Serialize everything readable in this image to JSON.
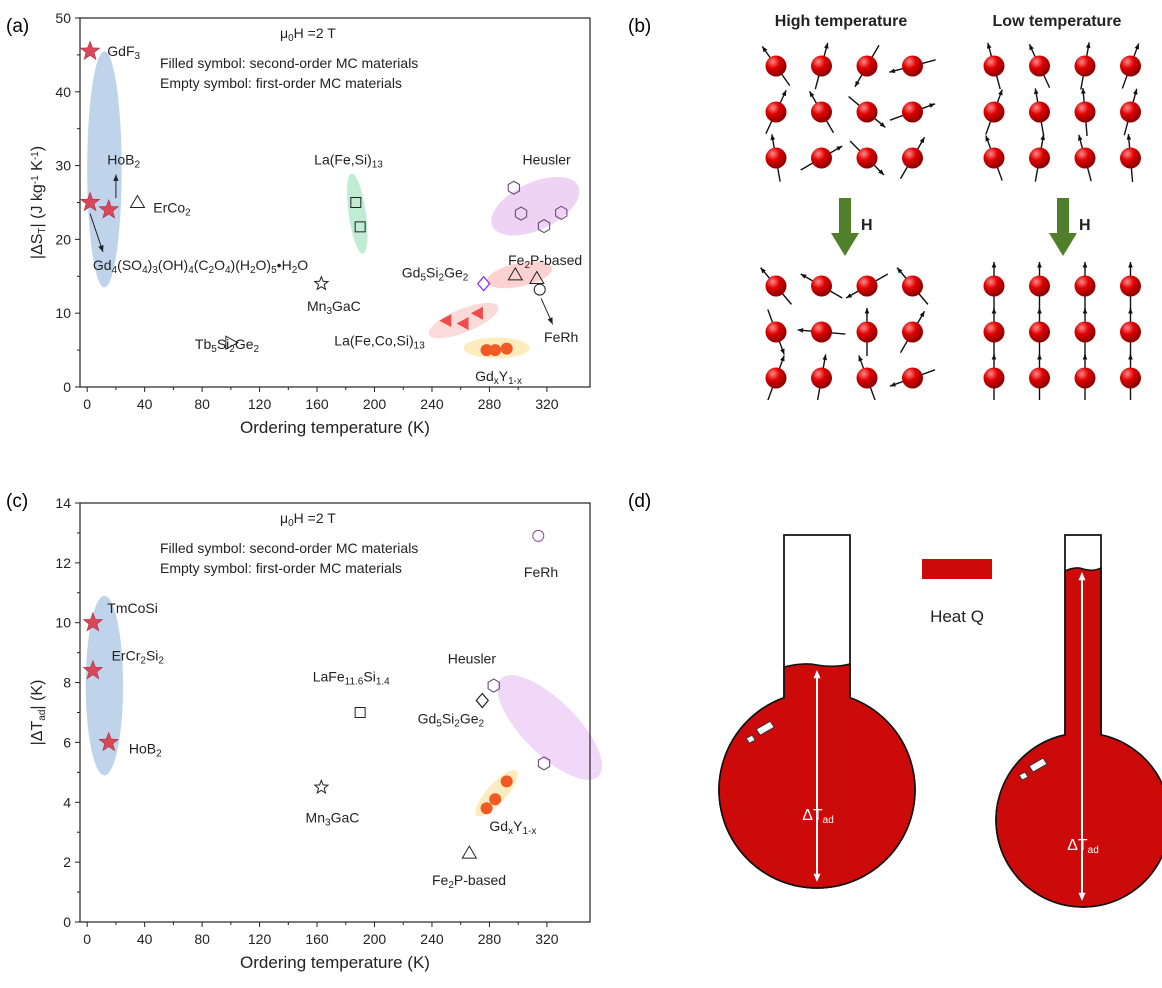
{
  "panel_labels": {
    "a": "(a)",
    "b": "(b)",
    "c": "(c)",
    "d": "(d)"
  },
  "chart_data": [
    {
      "id": "a",
      "type": "scatter",
      "xlabel": "Ordering temperature (K)",
      "ylabel": "|ΔS",
      "ylabel_sub": "T",
      "ylabel_tail": "| (J kg",
      "ylabel_sup1": "-1",
      "ylabel_mid": " K",
      "ylabel_sup2": "-1",
      "ylabel_end": ")",
      "xlim": [
        -5,
        350
      ],
      "ylim": [
        0,
        50
      ],
      "xticks": [
        0,
        40,
        80,
        120,
        160,
        200,
        240,
        280,
        320
      ],
      "yticks": [
        0,
        10,
        20,
        30,
        40,
        50
      ],
      "field_note": {
        "pre": "μ",
        "sub": "0",
        "post": "H =2 T"
      },
      "notes": [
        "Filled symbol: second-order MC materials",
        "Empty symbol: first-order MC materials"
      ],
      "colors": {
        "star": "#d9475a",
        "orange": "#f15a24",
        "triangle_fill": "#ef4d4d",
        "diamond": "#8a2be2",
        "hex": "#6a4c7a"
      },
      "ellipses": [
        {
          "cx": 12,
          "cy": 29.5,
          "rx": 12,
          "ry": 16,
          "rot": 0,
          "color": "#aac4e4"
        },
        {
          "cx": 188,
          "cy": 23.5,
          "rx": 6,
          "ry": 5.5,
          "rot": -8,
          "color": "#a9e6c4"
        },
        {
          "cx": 312,
          "cy": 24.5,
          "rx": 33,
          "ry": 3.2,
          "rot": -25,
          "color": "#e8c4f2"
        },
        {
          "cx": 301,
          "cy": 15.2,
          "rx": 23,
          "ry": 1.6,
          "rot": -12,
          "color": "#f9c2c2"
        },
        {
          "cx": 262,
          "cy": 9,
          "rx": 26,
          "ry": 1.6,
          "rot": -22,
          "color": "#f9cdcd"
        },
        {
          "cx": 285,
          "cy": 5.3,
          "rx": 23,
          "ry": 1.4,
          "rot": 0,
          "color": "#fde6a8"
        }
      ],
      "points": [
        {
          "x": 2,
          "y": 45.5,
          "marker": "star",
          "filled": true
        },
        {
          "x": 2,
          "y": 25,
          "marker": "star",
          "filled": true
        },
        {
          "x": 15,
          "y": 24,
          "marker": "star",
          "filled": true
        },
        {
          "x": 35,
          "y": 25,
          "marker": "triangle",
          "filled": false
        },
        {
          "x": 100,
          "y": 6,
          "marker": "triangle_right",
          "filled": false
        },
        {
          "x": 163,
          "y": 14,
          "marker": "star",
          "filled": false
        },
        {
          "x": 187,
          "y": 25,
          "marker": "square",
          "filled": false
        },
        {
          "x": 190,
          "y": 21.7,
          "marker": "square",
          "filled": false
        },
        {
          "x": 276,
          "y": 14,
          "marker": "diamond",
          "filled": false
        },
        {
          "x": 297,
          "y": 27,
          "marker": "hexagon",
          "filled": false
        },
        {
          "x": 302,
          "y": 23.5,
          "marker": "hexagon",
          "filled": false
        },
        {
          "x": 318,
          "y": 21.8,
          "marker": "hexagon",
          "filled": false
        },
        {
          "x": 330,
          "y": 23.6,
          "marker": "hexagon",
          "filled": false
        },
        {
          "x": 298,
          "y": 15.2,
          "marker": "triangle",
          "filled": false
        },
        {
          "x": 313,
          "y": 14.7,
          "marker": "triangle",
          "filled": false
        },
        {
          "x": 315,
          "y": 13.2,
          "marker": "circle",
          "filled": false
        },
        {
          "x": 250,
          "y": 9,
          "marker": "triangle_left",
          "filled": true
        },
        {
          "x": 262,
          "y": 8.6,
          "marker": "triangle_left",
          "filled": true
        },
        {
          "x": 272,
          "y": 10,
          "marker": "triangle_left",
          "filled": true
        },
        {
          "x": 278,
          "y": 5,
          "marker": "circle",
          "filled": true
        },
        {
          "x": 284,
          "y": 5,
          "marker": "circle",
          "filled": true
        },
        {
          "x": 292,
          "y": 5.2,
          "marker": "circle",
          "filled": true
        }
      ],
      "labels": [
        {
          "x": 14,
          "y": 45.5,
          "parts": [
            [
              "GdF",
              ""
            ],
            [
              "3",
              "sub"
            ]
          ],
          "anchor": "start"
        },
        {
          "x": 14,
          "y": 30.8,
          "parts": [
            [
              "HoB",
              ""
            ],
            [
              "2",
              "sub"
            ]
          ],
          "anchor": "start"
        },
        {
          "x": 46,
          "y": 24.3,
          "parts": [
            [
              "ErCo",
              ""
            ],
            [
              "2",
              "sub"
            ]
          ],
          "anchor": "start"
        },
        {
          "x": 4,
          "y": 16.5,
          "parts": [
            [
              "Gd",
              ""
            ],
            [
              "4",
              "sub"
            ],
            [
              "(SO",
              ""
            ],
            [
              "4",
              "sub"
            ],
            [
              ")",
              ""
            ],
            [
              "3",
              "sub"
            ],
            [
              "(OH)",
              ""
            ],
            [
              "4",
              "sub"
            ],
            [
              "(C",
              ""
            ],
            [
              "2",
              "sub"
            ],
            [
              "O",
              ""
            ],
            [
              "4",
              "sub"
            ],
            [
              ")(H",
              ""
            ],
            [
              "2",
              "sub"
            ],
            [
              "O)",
              ""
            ],
            [
              "5",
              "sub"
            ],
            [
              "•H",
              ""
            ],
            [
              "2",
              "sub"
            ],
            [
              "O",
              ""
            ]
          ],
          "anchor": "start"
        },
        {
          "x": 153,
          "y": 11,
          "parts": [
            [
              "Mn",
              ""
            ],
            [
              "3",
              "sub"
            ],
            [
              "GaC",
              ""
            ]
          ],
          "anchor": "start"
        },
        {
          "x": 75,
          "y": 5.8,
          "parts": [
            [
              "Tb",
              ""
            ],
            [
              "5",
              "sub"
            ],
            [
              "Si",
              ""
            ],
            [
              "2",
              "sub"
            ],
            [
              "Ge",
              ""
            ],
            [
              "2",
              "sub"
            ]
          ],
          "anchor": "start"
        },
        {
          "x": 158,
          "y": 30.8,
          "parts": [
            [
              "La(Fe,Si)",
              ""
            ],
            [
              "13",
              "sub"
            ]
          ],
          "anchor": "start"
        },
        {
          "x": 303,
          "y": 30.8,
          "parts": [
            [
              "Heusler",
              ""
            ]
          ],
          "anchor": "start"
        },
        {
          "x": 293,
          "y": 17.2,
          "parts": [
            [
              "Fe",
              ""
            ],
            [
              "2",
              "sub"
            ],
            [
              "P-based",
              ""
            ]
          ],
          "anchor": "start"
        },
        {
          "x": 219,
          "y": 15.5,
          "parts": [
            [
              "Gd",
              ""
            ],
            [
              "5",
              "sub"
            ],
            [
              "Si",
              ""
            ],
            [
              "2",
              "sub"
            ],
            [
              "Ge",
              ""
            ],
            [
              "2",
              "sub"
            ]
          ],
          "anchor": "start"
        },
        {
          "x": 318,
          "y": 6.8,
          "parts": [
            [
              "FeRh",
              ""
            ]
          ],
          "anchor": "start"
        },
        {
          "x": 172,
          "y": 6.3,
          "parts": [
            [
              "La(Fe,Co,Si)",
              ""
            ],
            [
              "13",
              "sub"
            ]
          ],
          "anchor": "start"
        },
        {
          "x": 270,
          "y": 1.5,
          "parts": [
            [
              "Gd",
              ""
            ],
            [
              "x",
              "sub"
            ],
            [
              "Y",
              ""
            ],
            [
              "1-x",
              "sub"
            ]
          ],
          "anchor": "start"
        }
      ],
      "arrows": [
        {
          "x1": 2,
          "y1": 23.5,
          "x2": 11,
          "y2": 18.3
        },
        {
          "x1": 20,
          "y1": 25.6,
          "x2": 20,
          "y2": 28.8
        },
        {
          "x1": 316,
          "y1": 12,
          "x2": 324,
          "y2": 8.5
        }
      ]
    },
    {
      "id": "c",
      "type": "scatter",
      "xlabel": "Ordering temperature (K)",
      "ylabel": "|ΔT",
      "ylabel_sub": "ad",
      "ylabel_tail": "| (K)",
      "xlim": [
        -5,
        350
      ],
      "ylim": [
        0,
        14
      ],
      "xticks": [
        0,
        40,
        80,
        120,
        160,
        200,
        240,
        280,
        320
      ],
      "yticks": [
        0,
        2,
        4,
        6,
        8,
        10,
        12,
        14
      ],
      "field_note": {
        "pre": "μ",
        "sub": "0",
        "post": "H =2 T"
      },
      "notes": [
        "Filled symbol: second-order MC materials",
        "Empty symbol: first-order MC materials"
      ],
      "colors": {
        "star": "#d9475a",
        "orange": "#f15a24",
        "circle_open": "#a03ca0",
        "hex": "#6a4c7a"
      },
      "ellipses": [
        {
          "cx": 12,
          "cy": 7.9,
          "rx": 13,
          "ry": 3,
          "rot": 0,
          "color": "#aac4e4"
        },
        {
          "cx": 322,
          "cy": 6.5,
          "rx": 48,
          "ry": 0.9,
          "rot": 45,
          "color": "#eccaf5"
        },
        {
          "cx": 285,
          "cy": 4.3,
          "rx": 21,
          "ry": 0.32,
          "rot": -48,
          "color": "#fde6a8"
        }
      ],
      "points": [
        {
          "x": 4,
          "y": 10,
          "marker": "star",
          "filled": true
        },
        {
          "x": 4,
          "y": 8.4,
          "marker": "star",
          "filled": true
        },
        {
          "x": 15,
          "y": 6,
          "marker": "star",
          "filled": true
        },
        {
          "x": 163,
          "y": 4.5,
          "marker": "star",
          "filled": false
        },
        {
          "x": 190,
          "y": 7,
          "marker": "square",
          "filled": false
        },
        {
          "x": 275,
          "y": 7.4,
          "marker": "diamond",
          "filled": false
        },
        {
          "x": 283,
          "y": 7.9,
          "marker": "hexagon",
          "filled": false
        },
        {
          "x": 318,
          "y": 5.3,
          "marker": "hexagon",
          "filled": false
        },
        {
          "x": 314,
          "y": 12.9,
          "marker": "circle",
          "filled": false
        },
        {
          "x": 266,
          "y": 2.3,
          "marker": "triangle",
          "filled": false
        },
        {
          "x": 278,
          "y": 3.8,
          "marker": "circle",
          "filled": true
        },
        {
          "x": 284,
          "y": 4.1,
          "marker": "circle",
          "filled": true
        },
        {
          "x": 292,
          "y": 4.7,
          "marker": "circle",
          "filled": true
        }
      ],
      "labels": [
        {
          "x": 14,
          "y": 10.5,
          "parts": [
            [
              "TmCoSi",
              ""
            ]
          ],
          "anchor": "start"
        },
        {
          "x": 17,
          "y": 8.9,
          "parts": [
            [
              "ErCr",
              ""
            ],
            [
              "2",
              "sub"
            ],
            [
              "Si",
              ""
            ],
            [
              "2",
              "sub"
            ]
          ],
          "anchor": "start"
        },
        {
          "x": 29,
          "y": 5.8,
          "parts": [
            [
              "HoB",
              ""
            ],
            [
              "2",
              "sub"
            ]
          ],
          "anchor": "start"
        },
        {
          "x": 152,
          "y": 3.5,
          "parts": [
            [
              "Mn",
              ""
            ],
            [
              "3",
              "sub"
            ],
            [
              "GaC",
              ""
            ]
          ],
          "anchor": "start"
        },
        {
          "x": 157,
          "y": 8.2,
          "parts": [
            [
              "LaFe",
              ""
            ],
            [
              "11.6",
              "sub"
            ],
            [
              "Si",
              ""
            ],
            [
              "1.4",
              "sub"
            ]
          ],
          "anchor": "start"
        },
        {
          "x": 230,
          "y": 6.8,
          "parts": [
            [
              "Gd",
              ""
            ],
            [
              "5",
              "sub"
            ],
            [
              "Si",
              ""
            ],
            [
              "2",
              "sub"
            ],
            [
              "Ge",
              ""
            ],
            [
              "2",
              "sub"
            ]
          ],
          "anchor": "start"
        },
        {
          "x": 251,
          "y": 8.8,
          "parts": [
            [
              "Heusler",
              ""
            ]
          ],
          "anchor": "start"
        },
        {
          "x": 304,
          "y": 11.7,
          "parts": [
            [
              "FeRh",
              ""
            ]
          ],
          "anchor": "start"
        },
        {
          "x": 280,
          "y": 3.2,
          "parts": [
            [
              "Gd",
              ""
            ],
            [
              "x",
              "sub"
            ],
            [
              "Y",
              ""
            ],
            [
              "1-x",
              "sub"
            ]
          ],
          "anchor": "start"
        },
        {
          "x": 240,
          "y": 1.4,
          "parts": [
            [
              "Fe",
              ""
            ],
            [
              "2",
              "sub"
            ],
            [
              "P-based",
              ""
            ]
          ],
          "anchor": "start"
        }
      ],
      "arrows": []
    }
  ],
  "diagram_b": {
    "high_label": "High temperature",
    "low_label": "Low temperature",
    "field_label": "H",
    "colors": {
      "sphere": "#e00000",
      "arrow": "#4f7f2b"
    },
    "high_before": [
      [
        -35,
        25,
        -10,
        30
      ],
      [
        15,
        -30,
        60,
        100
      ],
      [
        -150,
        130,
        135,
        90
      ],
      [
        -105,
        70,
        30,
        150
      ]
    ],
    "high_after": [
      [
        -40,
        160,
        20,
        45
      ],
      [
        -60,
        -85,
        10,
        -60
      ],
      [
        -120,
        0,
        -20,
        25
      ],
      [
        -40,
        30,
        -110,
        -160
      ]
    ]
  },
  "diagram_d": {
    "heat_label": "Heat Q",
    "delta_label": "ΔT",
    "delta_sub": "ad",
    "colors": {
      "liquid": "#cc0a0a"
    }
  }
}
